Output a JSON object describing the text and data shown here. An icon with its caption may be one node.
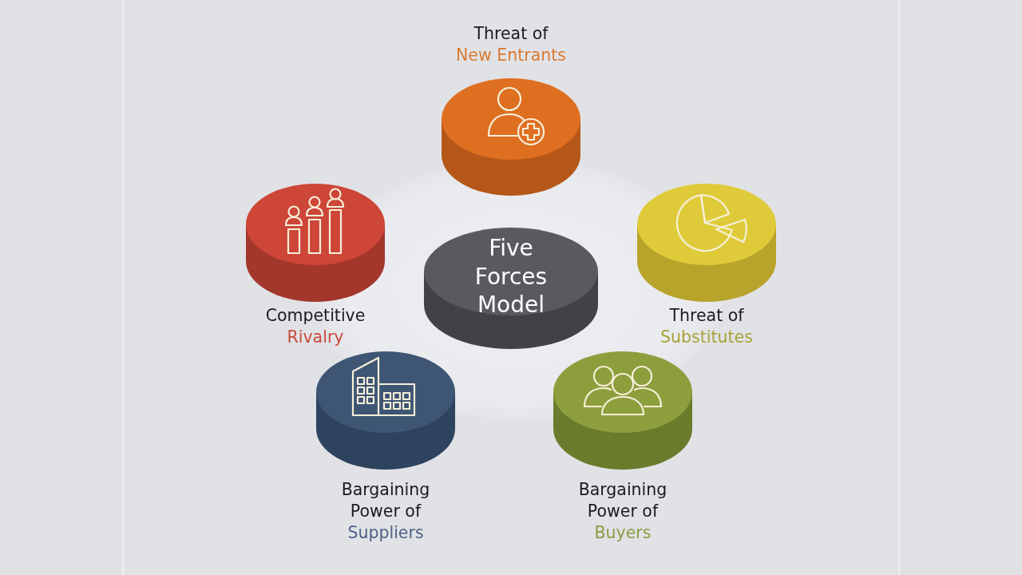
{
  "diagram": {
    "nodes": [
      {
        "text": [
          "Threat of",
          "New Entrants"
        ]
      },
      {
        "text": [
          "Competitive",
          "Rivalry"
        ]
      },
      {
        "text": [
          "Five Forces Model"
        ]
      },
      {
        "text": [
          "Threat of",
          "Substitutes"
        ]
      },
      {
        "text": [
          "Bargaining Power of",
          "Suppliers"
        ]
      },
      {
        "text": [
          "Bargaining Power of",
          "Buyers"
        ]
      }
    ]
  }
}
